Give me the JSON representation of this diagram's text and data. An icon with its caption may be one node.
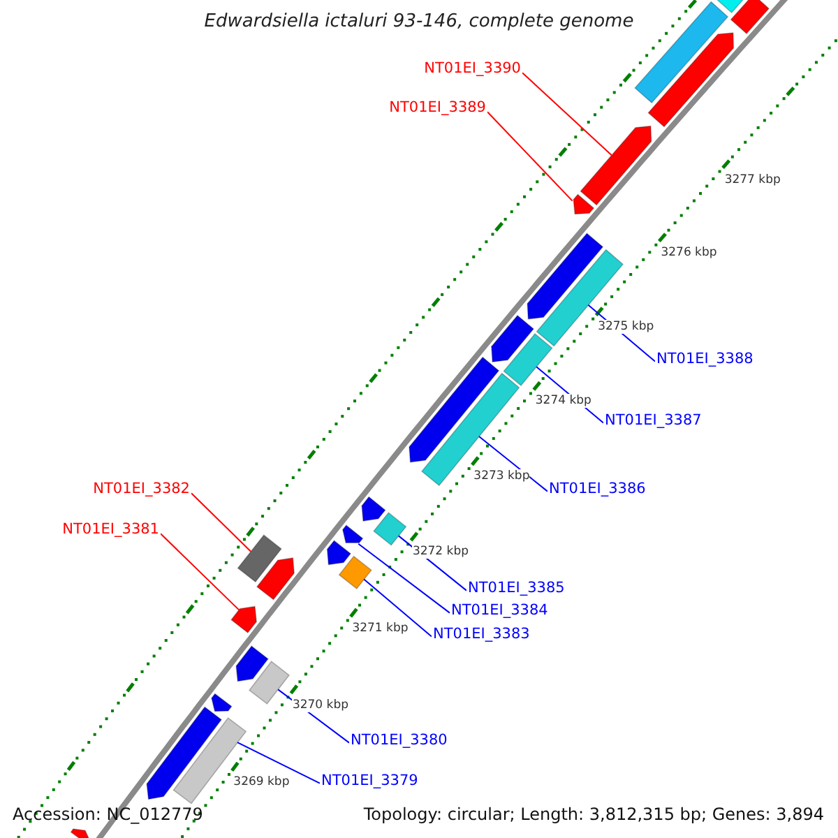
{
  "diagram": {
    "title": "Edwardsiella ictaluri 93-146, complete genome",
    "nodes": [
      {
        "text": [
          "NT01EI_3390"
        ]
      },
      {
        "text": [
          "NT01EI_3389"
        ]
      },
      {
        "text": [
          "NT01EI_3388"
        ]
      },
      {
        "text": [
          "NT01EI_3387"
        ]
      },
      {
        "text": [
          "NT01EI_3386"
        ]
      },
      {
        "text": [
          "NT01EI_3382"
        ]
      },
      {
        "text": [
          "NT01EI_3381"
        ]
      },
      {
        "text": [
          "NT01EI_3385"
        ]
      },
      {
        "text": [
          "NT01EI_3384"
        ]
      },
      {
        "text": [
          "NT01EI_3383"
        ]
      },
      {
        "text": [
          "NT01EI_3380"
        ]
      },
      {
        "text": [
          "NT01EI_3379"
        ]
      },
      {
        "text": [],
        "shape": "bar"
      },
      {
        "text": [],
        "shape": "bar"
      },
      {
        "text": [],
        "shape": "bar"
      },
      {
        "text": [],
        "shape": "pentagon"
      },
      {
        "text": [],
        "shape": "pentagon"
      },
      {
        "text": [],
        "shape": "pentagon"
      },
      {
        "text": [],
        "shape": "pentagon"
      },
      {
        "text": [],
        "shape": "bar"
      },
      {
        "text": [],
        "shape": "pentagon"
      },
      {
        "text": [],
        "shape": "bar"
      },
      {
        "text": [],
        "shape": "pentagon"
      },
      {
        "text": [],
        "shape": "bar"
      },
      {
        "text": [],
        "shape": "pentagon"
      },
      {
        "text": [],
        "shape": "bar"
      },
      {
        "text": [],
        "shape": "pentagon"
      },
      {
        "text": [],
        "shape": "pentagon"
      },
      {
        "text": [],
        "shape": "bar"
      },
      {
        "text": [],
        "shape": "bar"
      },
      {
        "text": [],
        "shape": "pentagon"
      },
      {
        "text": [],
        "shape": "pentagon"
      },
      {
        "text": [],
        "shape": "pentagon"
      },
      {
        "text": [],
        "shape": "bar"
      },
      {
        "text": [],
        "shape": "pentagon"
      },
      {
        "text": [],
        "shape": "pentagon"
      },
      {
        "text": [],
        "shape": "bar"
      },
      {
        "text": [],
        "shape": "pentagon"
      }
    ],
    "edges": [
      {
        "from": 0,
        "to": 16,
        "arrow": "none",
        "color": "#ff0000"
      },
      {
        "from": 1,
        "to": 17,
        "arrow": "none",
        "color": "#ff0000"
      },
      {
        "from": 2,
        "to": 19,
        "arrow": "none"
      },
      {
        "from": 3,
        "to": 21,
        "arrow": "none"
      },
      {
        "from": 4,
        "to": 23,
        "arrow": "none"
      },
      {
        "from": 5,
        "to": 29,
        "arrow": "none",
        "color": "#ff0000"
      },
      {
        "from": 6,
        "to": 31,
        "arrow": "none",
        "color": "#ff0000"
      },
      {
        "from": 7,
        "to": 25,
        "arrow": "none"
      },
      {
        "from": 8,
        "to": 26,
        "arrow": "none"
      },
      {
        "from": 9,
        "to": 28,
        "arrow": "none"
      },
      {
        "from": 10,
        "to": 33,
        "arrow": "none"
      },
      {
        "from": 11,
        "to": 36,
        "arrow": "none"
      }
    ],
    "labels": [
      "3277 kbp",
      "3276 kbp",
      "3275 kbp",
      "3274 kbp",
      "3273 kbp",
      "3272 kbp",
      "3271 kbp",
      "3270 kbp",
      "3269 kbp",
      "Accession: NC_012779",
      "Topology: circular; Length: 3,812,315 bp; Genes: 3,894"
    ]
  }
}
